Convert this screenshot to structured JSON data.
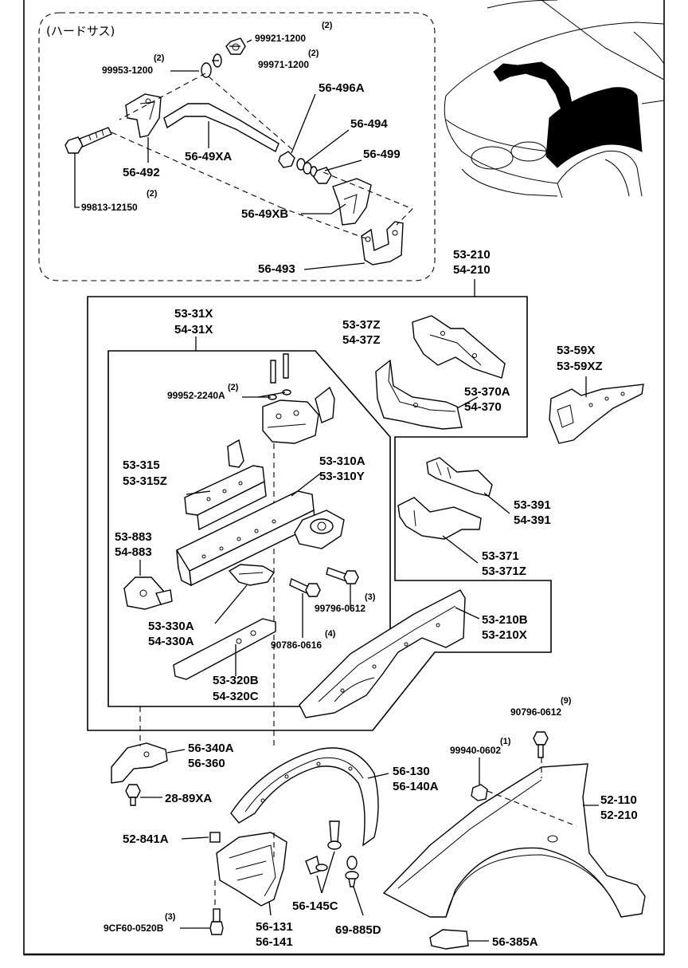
{
  "hard_suspension_note": "(ハードサス)",
  "labels": {
    "p99921": "99921-1200",
    "q99921": "(2)",
    "p99953": "99953-1200",
    "q99953": "(2)",
    "p99971": "99971-1200",
    "q99971": "(2)",
    "p56496a": "56-496A",
    "p56494": "56-494",
    "p56499": "56-499",
    "p56492": "56-492",
    "p5649xa": "56-49XA",
    "p99813": "99813-12150",
    "q99813": "(2)",
    "p5649xb": "56-49XB",
    "p56493": "56-493",
    "p53210a": "53-210",
    "p54210a": "54-210",
    "p5331x": "53-31X",
    "p5431x": "54-31X",
    "p5337z": "53-37Z",
    "p5437z": "54-37Z",
    "p5359x": "53-59X",
    "p5359xz": "53-59XZ",
    "p99952": "99952-2240A",
    "q99952": "(2)",
    "p53370a": "53-370A",
    "p54370": "54-370",
    "p53315": "53-315",
    "p53315z": "53-315Z",
    "p53310a": "53-310A",
    "p53310y": "53-310Y",
    "p53391": "53-391",
    "p54391": "54-391",
    "p53883": "53-883",
    "p54883": "54-883",
    "p53371": "53-371",
    "p53371z": "53-371Z",
    "p99796": "99796-0612",
    "q99796": "(3)",
    "p53210b": "53-210B",
    "p53210x": "53-210X",
    "p53330a": "53-330A",
    "p54330a": "54-330A",
    "p90786": "90786-0616",
    "q90786": "(4)",
    "p53320b": "53-320B",
    "p54320c": "54-320C",
    "p90796": "90796-0612",
    "q90796": "(9)",
    "p99940": "99940-0602",
    "q99940": "(1)",
    "p56340a": "56-340A",
    "p56360": "56-360",
    "p56130": "56-130",
    "p56140a": "56-140A",
    "p2889xa": "28-89XA",
    "p52110": "52-110",
    "p52210": "52-210",
    "p52841a": "52-841A",
    "p56145c": "56-145C",
    "p9cf60": "9CF60-0520B",
    "q9cf60": "(3)",
    "p56131": "56-131",
    "p56141": "56-141",
    "p69885d": "69-885D",
    "p56385a": "56-385A"
  }
}
